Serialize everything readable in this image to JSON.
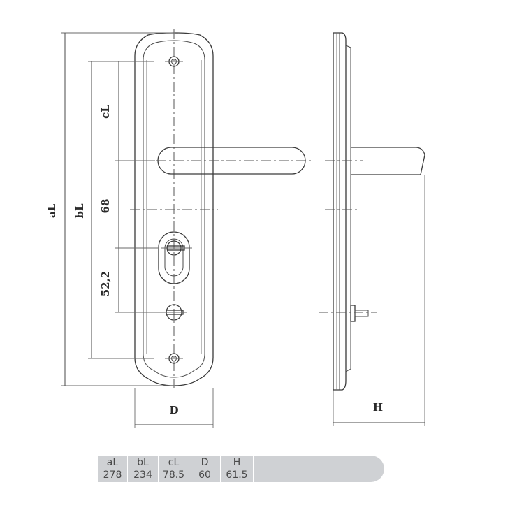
{
  "drawing": {
    "dimension_labels": {
      "aL": "aL",
      "bL": "bL",
      "cL": "cL",
      "v68": "68",
      "v52": "52,2",
      "D": "D",
      "H": "H"
    }
  },
  "spec_table": {
    "headers": [
      "aL",
      "bL",
      "cL",
      "D",
      "H"
    ],
    "values": [
      "278",
      "234",
      "78.5",
      "60",
      "61.5"
    ],
    "fill_color": "#cfd1d4"
  }
}
